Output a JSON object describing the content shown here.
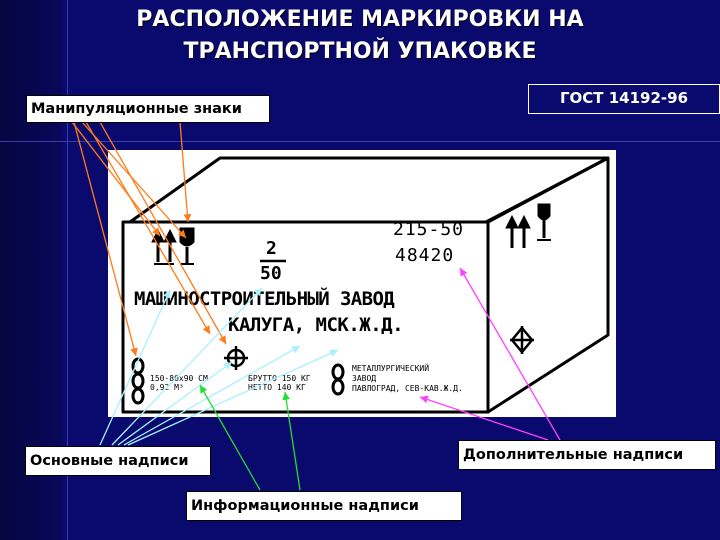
{
  "title_line1": "РАСПОЛОЖЕНИЕ МАРКИРОВКИ НА",
  "title_line2": "ТРАНСПОРТНОЙ УПАКОВКЕ",
  "gost": "ГОСТ 14192-96",
  "labels": {
    "handling": "Манипуляционные знаки",
    "main": "Основные надписи",
    "info": "Информационные надписи",
    "additional": "Дополнительные надписи"
  },
  "box": {
    "code_top": "215-50",
    "code_bottom": "48420",
    "fraction_num": "2",
    "fraction_den": "50",
    "factory": "МАШИНОСТРОИТЕЛЬНЫЙ ЗАВОД",
    "city": "КАЛУГА, МСК.Ж.Д.",
    "dims_line1": "150·80х90 СМ",
    "dims_line2": "0,92 М³",
    "weight_line1": "БРУТТО 150 КГ",
    "weight_line2": "НЕТТО 140 КГ",
    "sender_line1": "МЕТАЛЛУРГИЧЕСКИЙ",
    "sender_line2": "ЗАВОД",
    "sender_line3": "ПАВЛОГРАД, СЕВ-КАВ.Ж.Д."
  },
  "colors": {
    "background": "#0a0a6e",
    "arrow_handling": "#ff7a1a",
    "arrow_main": "#a8f0ff",
    "arrow_info": "#22dd33",
    "arrow_additional": "#ff40ff"
  }
}
